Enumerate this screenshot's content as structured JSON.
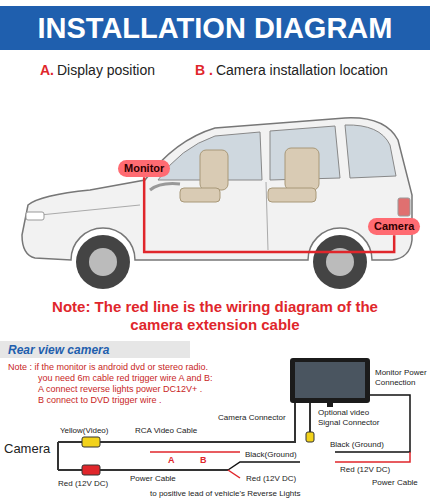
{
  "diagram": {
    "title": "INSTALLATION DIAGRAM",
    "nodes": [
      {
        "text": [
          "Monitor"
        ]
      },
      {
        "text": [
          "Camera"
        ]
      }
    ],
    "edges": [
      {
        "from": 0,
        "to": 1,
        "arrow": "none"
      }
    ],
    "labels": [
      "A.",
      "Display position",
      "B .",
      "Camera installation location",
      "Note: The red line is the wiring diagram of the camera extension cable",
      "Rear view camera",
      "Note : if the monitor is android dvd or stereo radio.",
      "you need 6m cable red trigger wire A and B:",
      "A connect reverse lights power DC12V+ .",
      "B connect to DVD trigger wire .",
      "Camera",
      "Yellow(Video)",
      "RCA Video Cable",
      "A",
      "B",
      "Red (12V DC)",
      "Power Cable",
      "Black(Ground)",
      "Red (12V DC)",
      "to positive lead of vehicle's Reverse Lights",
      "Camera Connector",
      "Optional video Signal Connector",
      "Monitor Power Connection",
      "Black (Ground)",
      "Red (12V DC)",
      "Power Cable"
    ]
  }
}
